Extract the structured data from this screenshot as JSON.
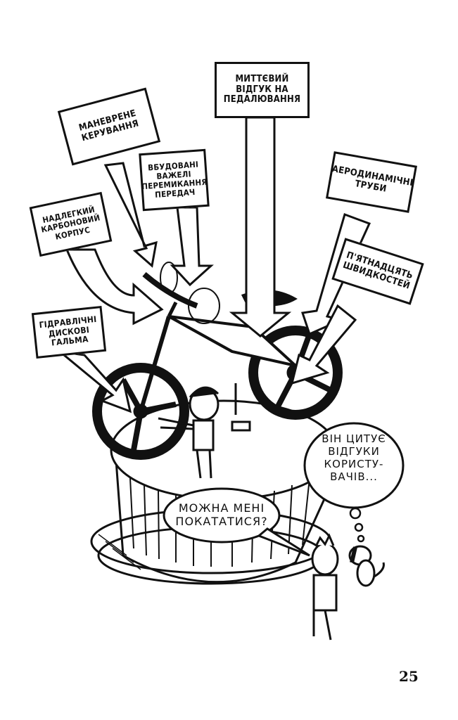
{
  "labels": {
    "maneuverable": "Маневрене\nкерування",
    "instant_response": "Миттєвий\nвідгук на\nпедалювання",
    "built_in_shifters": "Вбудовані\nважелі\nперемикання\nпередач",
    "aerodynamic_tubes": "Аеродинамічні\nтруби",
    "carbon_frame": "Надлегкий\nкарбоновий\nкорпус",
    "fifteen_speeds": "П'ятнадцять\nшвидкостей",
    "hydraulic_brakes": "Гідравлічні\nдискові\nгальма"
  },
  "bubbles": {
    "kid_question": "Можна мені\nпокататися?",
    "dad_quote": "Він цитує\nвідгуки\nкористу-\nвачів..."
  },
  "page_number": "25"
}
